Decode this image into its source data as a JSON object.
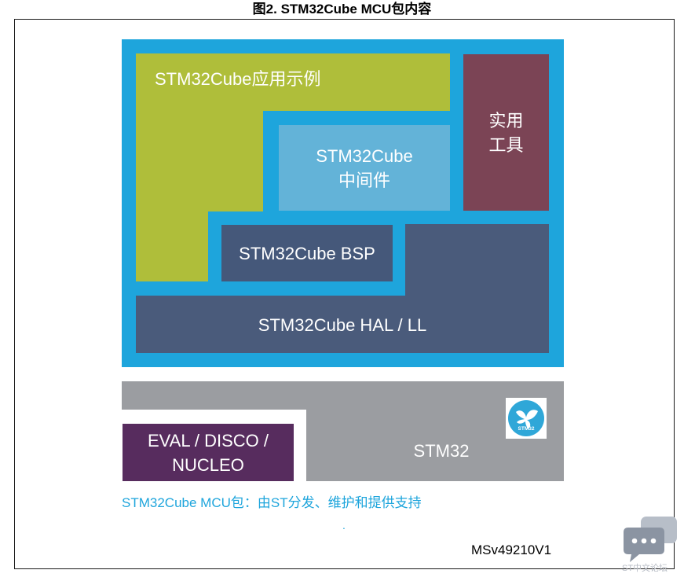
{
  "caption": "图2. STM32Cube MCU包内容",
  "blocks": {
    "examples": "STM32Cube应用示例",
    "utilities_line1": "实用",
    "utilities_line2": "工具",
    "middleware_line1": "STM32Cube",
    "middleware_line2": "中间件",
    "bsp": "STM32Cube BSP",
    "hal_ll": "STM32Cube HAL / LL",
    "boards_line1": "EVAL / DISCO /",
    "boards_line2": "NUCLEO",
    "stm32": "STM32",
    "logo_text": "STM32"
  },
  "footnote": "STM32Cube MCU包：由ST分发、维护和提供支持",
  "footnote_dot": ".",
  "version": "MSv49210V1",
  "watermark": "ST中文论坛",
  "colors": {
    "cube_frame": "#1ea5dc",
    "examples": "#afbe3a",
    "utilities": "#7b4455",
    "middleware": "#63b3d8",
    "bsp": "#45587a",
    "hal": "#4a5b7b",
    "hardware": "#9b9da1",
    "boards": "#572c5e"
  },
  "icons": [
    "st-butterfly-logo-icon",
    "chat-bubble-icon"
  ]
}
